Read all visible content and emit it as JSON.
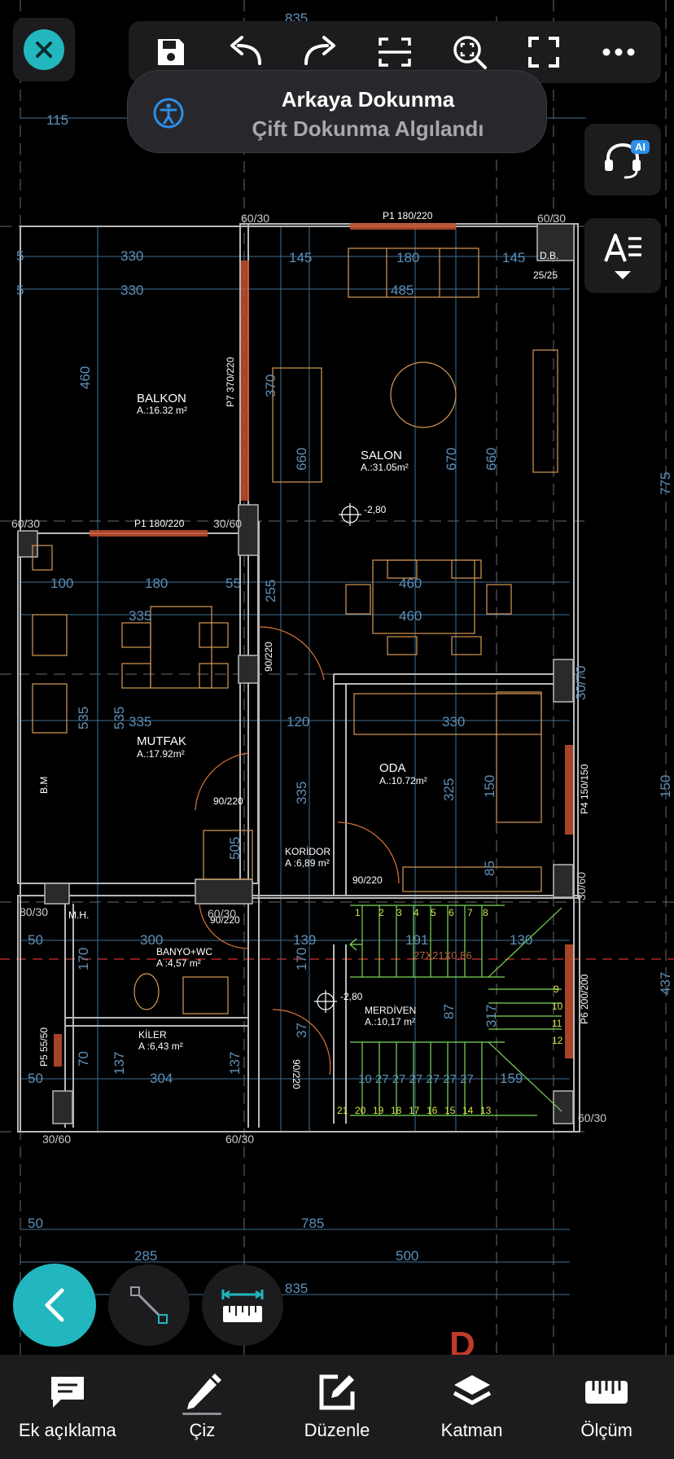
{
  "toolbar": {
    "items": [
      "close-icon",
      "save-icon",
      "undo-icon",
      "redo-icon",
      "scan-area-icon",
      "zoom-fit-icon",
      "fullscreen-icon",
      "more-icon"
    ]
  },
  "toast": {
    "title": "Arkaya Dokunma",
    "subtitle": "Çift Dokunma Algılandı",
    "icon": "accessibility-icon",
    "accent": "#2e8fe8"
  },
  "side_panel": {
    "ai_badge": "AI",
    "items": [
      "ai-support-icon",
      "text-style-icon"
    ]
  },
  "drawing": {
    "rooms": [
      {
        "name": "BALKON",
        "area": "A.:16.32 m²"
      },
      {
        "name": "SALON",
        "area": "A.:31.05m²"
      },
      {
        "name": "MUTFAK",
        "area": "A.:17.92m²"
      },
      {
        "name": "ODA",
        "area": "A.:10.72m²"
      },
      {
        "name": "KORİDOR",
        "area": "A :6,89 m²"
      },
      {
        "name": "BANYO+WC",
        "area": "A :4,57 m²"
      },
      {
        "name": "KİLER",
        "area": "A :6,43 m²"
      },
      {
        "name": "MERDİVEN",
        "area": "A.:10,17 m²"
      }
    ],
    "labels": {
      "p1_top": "P1 180/220",
      "p1_mid": "P1 180/220",
      "p7": "P7 370/220",
      "p4": "P4 150/150",
      "p5": "P5 55/50",
      "p6": "P6 200/200",
      "db": "D.B.",
      "db_size": "25/25",
      "mh": "M.H.",
      "bm": "B.M",
      "level_1": "-2,80",
      "level_2": "-2,80",
      "stair_spec": "27X21X0,86",
      "door_1": "90/220",
      "door_2": "90/220",
      "door_3": "90/220",
      "door_4": "90/220",
      "door_5": "90/220"
    },
    "dims": {
      "d835_top": "835",
      "d115": "115",
      "d330a": "330",
      "d330b": "330",
      "d5a": "5",
      "d5b": "5",
      "d460": "460",
      "d6030a": "60/30",
      "d6030b": "60/30",
      "d6030c": "60/30",
      "d6030d": "60/30",
      "d6030e": "60/30",
      "d145a": "145",
      "d180a": "180",
      "d145b": "145",
      "d485": "485",
      "d370": "370",
      "d660a": "660",
      "d670": "670",
      "d660b": "660",
      "d775": "775",
      "d3060a": "30/60",
      "d100": "100",
      "d180b": "180",
      "d55": "55",
      "d255": "255",
      "d460b": "460",
      "d460c": "460",
      "d335a": "335",
      "d3070": "30/70",
      "d535a": "535",
      "d535b": "535",
      "d335b": "335",
      "d120": "120",
      "d330c": "330",
      "d150a": "150",
      "d150b": "150",
      "d325": "325",
      "d335c": "335",
      "d505": "505",
      "d85": "85",
      "d3060b": "30/60",
      "d8030": "80/30",
      "d50a": "50",
      "d300": "300",
      "d139": "139",
      "d191": "191",
      "d130": "130",
      "d437": "437",
      "d170a": "170",
      "d170b": "170",
      "d87": "87",
      "d317": "317",
      "d37": "37",
      "d70": "70",
      "d137a": "137",
      "d304": "304",
      "d137b": "137",
      "d159": "159",
      "d50b": "50",
      "d3060c": "30/60",
      "d6030f": "60/30",
      "d785": "785",
      "d50c": "50",
      "d285": "285",
      "d500": "500",
      "d835_bottom": "835",
      "treads": "10 27 27 27 27 27 27"
    },
    "steps_top": [
      "1",
      "2",
      "3",
      "4",
      "5",
      "6",
      "7",
      "8"
    ],
    "steps_right": [
      "9",
      "10",
      "11",
      "12"
    ],
    "steps_bottom": [
      "21",
      "20",
      "19",
      "18",
      "17",
      "16",
      "15",
      "14",
      "13"
    ]
  },
  "fabs": [
    "back-icon",
    "line-tool-icon",
    "measure-tool-icon"
  ],
  "tabs": [
    {
      "label": "Ek açıklama",
      "icon": "comment-icon"
    },
    {
      "label": "Çiz",
      "icon": "pencil-icon"
    },
    {
      "label": "Düzenle",
      "icon": "edit-icon"
    },
    {
      "label": "Katman",
      "icon": "layers-icon"
    },
    {
      "label": "Ölçüm",
      "icon": "ruler-icon"
    }
  ],
  "colors": {
    "accent": "#22b7bf",
    "wall": "#b9b9b9",
    "dimension": "#5d8fb8",
    "furniture": "#d79a55",
    "stairs": "#7ed957",
    "door": "#d9743a"
  }
}
